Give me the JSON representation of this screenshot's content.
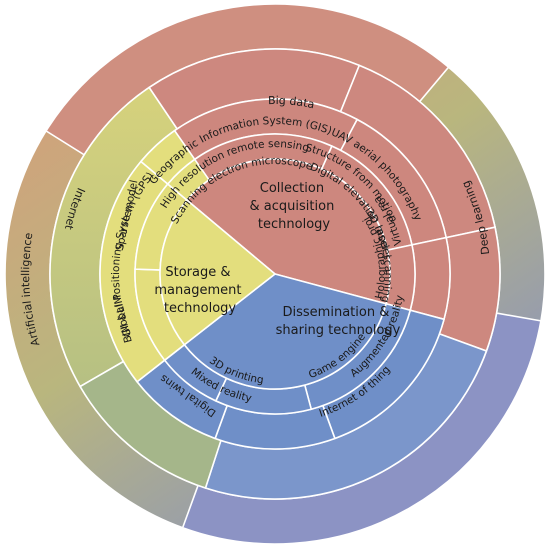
{
  "colors": {
    "collection": "#cd877e",
    "storage": "#e3de7d",
    "dissemination": "#6f8fc8",
    "separator": "#ffffff"
  },
  "sectors": {
    "collection": {
      "title": [
        "Collection",
        "& acquisition",
        "technology"
      ],
      "inner": [
        "Scanning electron microscope",
        "Digital elevation model",
        "3D laser scanning"
      ],
      "middle": [
        "High resolution remote sensing",
        "Structure from motion",
        "UAV aerial photography"
      ]
    },
    "storage": {
      "title": [
        "Storage &",
        "management",
        "technology"
      ],
      "inner": [
        "Sparse model",
        "BIM &LIM",
        "Digital twins"
      ]
    },
    "dissemination": {
      "title": [
        "Dissemination &",
        "sharing technology"
      ],
      "inner": [
        "Holographic projection",
        "Game engine",
        "3D printing"
      ],
      "middle": [
        "Virtual reality",
        "Augmented reality",
        "Mixed reality"
      ]
    }
  },
  "middle_ring": {
    "gis": "Geographic Information System (GIS)",
    "gps": "Global Positioning System (GPS)",
    "iot": "Internet of thing"
  },
  "outer_ring": {
    "big_data": "Big data",
    "ai": "Artificial intelligence",
    "internet": "Internet",
    "deep_learning": "Deep learning"
  }
}
